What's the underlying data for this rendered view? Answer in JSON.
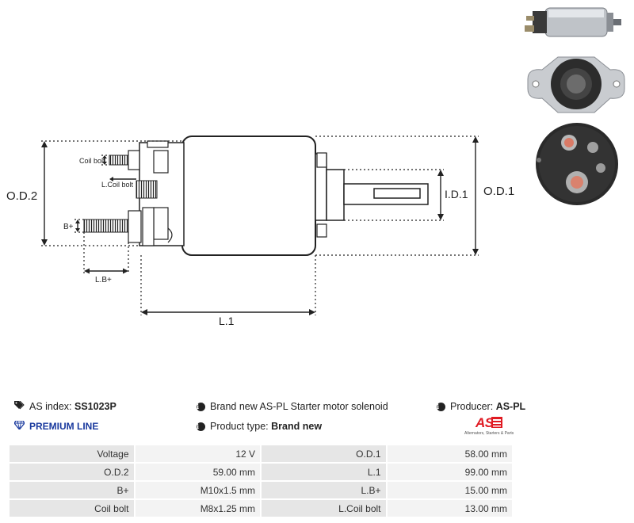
{
  "drawing": {
    "labels": {
      "od2": "O.D.2",
      "od1": "O.D.1",
      "id1": "I.D.1",
      "l1": "L.1",
      "lb_plus": "L.B+",
      "b_plus": "B+",
      "coil_bolt": "Coil bolt",
      "l_coil_bolt": "L.Coil bolt"
    }
  },
  "info": {
    "as_index_label": "AS index:",
    "as_index_value": "SS1023P",
    "premium_line": "PREMIUM LINE",
    "description": "Brand new AS-PL Starter motor solenoid",
    "product_type_label": "Product type:",
    "product_type_value": "Brand new",
    "producer_label": "Producer:",
    "producer_value": "AS-PL",
    "logo_text": "AS",
    "logo_tagline": "Alternators, Starters & Parts"
  },
  "specs": {
    "rows": [
      {
        "l1": "Voltage",
        "v1": "12 V",
        "l2": "O.D.1",
        "v2": "58.00 mm"
      },
      {
        "l1": "O.D.2",
        "v1": "59.00 mm",
        "l2": "L.1",
        "v2": "99.00 mm"
      },
      {
        "l1": "B+",
        "v1": "M10x1.5 mm",
        "l2": "L.B+",
        "v2": "15.00 mm"
      },
      {
        "l1": "Coil bolt",
        "v1": "M8x1.25 mm",
        "l2": "L.Coil bolt",
        "v2": "13.00 mm"
      }
    ]
  },
  "icons": {
    "tag": "tag-icon",
    "diamond": "diamond-icon",
    "info": "info-icon"
  }
}
